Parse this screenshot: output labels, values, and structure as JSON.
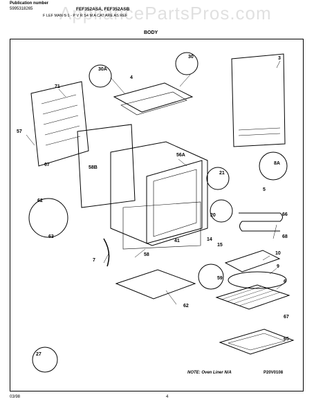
{
  "header": {
    "watermark": "AppliancePartsPros.com",
    "publication_label": "Publication number",
    "publication_number": "5995318265",
    "model_line": "FEF352ASA, FEF352ASB",
    "applies_line": "F LEF   MAN   S   1 - P   V R S4   M A  CAT   ARE AS REF",
    "section_title": "BODY"
  },
  "parts": [
    "71",
    "57",
    "67",
    "62",
    "63",
    "30A",
    "4",
    "30",
    "3",
    "56A",
    "58B",
    "21",
    "8A",
    "5",
    "66",
    "68",
    "20",
    "14",
    "15",
    "41",
    "58",
    "7",
    "10",
    "9",
    "59",
    "6",
    "67",
    "62",
    "27",
    "65"
  ],
  "footer": {
    "date": "03/98",
    "page_number": "4",
    "note": "NOTE: Oven Liner N/A",
    "figure_code": "P20V0108"
  }
}
